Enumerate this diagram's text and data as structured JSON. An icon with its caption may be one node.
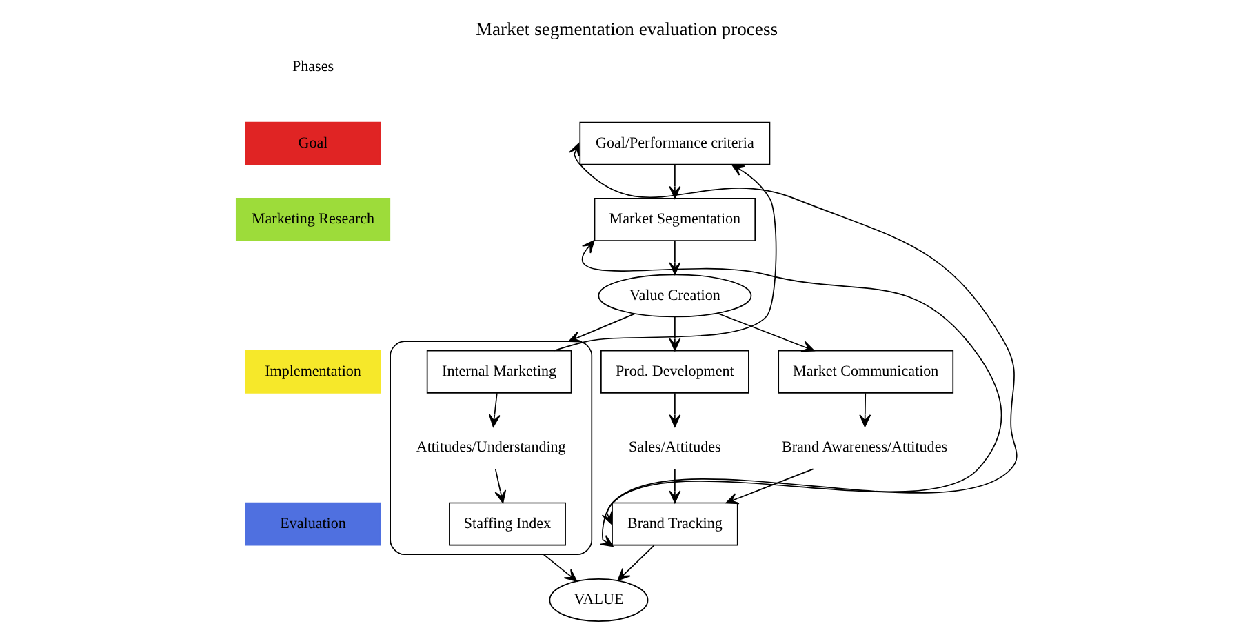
{
  "diagram": {
    "title": "Market segmentation evaluation process",
    "nodes": [
      {
        "text": [
          "Goal"
        ]
      },
      {
        "text": [
          "Marketing Research"
        ]
      },
      {
        "text": [
          "Implementation"
        ]
      },
      {
        "text": [
          "Evaluation"
        ]
      },
      {
        "text": [
          "Goal/Performance criteria"
        ]
      },
      {
        "text": [
          "Market Segmentation"
        ]
      },
      {
        "text": [
          "Value Creation"
        ]
      },
      {
        "text": [
          "Prod. Development"
        ]
      },
      {
        "text": [
          "Market Communication"
        ]
      },
      {
        "text": [],
        "shape": "box"
      },
      {
        "text": [
          "Internal Marketing"
        ],
        "in": 9
      },
      {
        "text": [
          "Attitudes/Understanding"
        ],
        "in": 9
      },
      {
        "text": [
          "Staffing Index"
        ],
        "in": 9
      },
      {
        "text": [
          "Sales/Attitudes"
        ]
      },
      {
        "text": [
          "Brand Awareness/Attitudes"
        ]
      },
      {
        "text": [
          "Brand Tracking"
        ]
      },
      {
        "text": [
          "VALUE"
        ]
      }
    ],
    "edges": [
      {
        "from": 4,
        "to": 5,
        "arrow": "to"
      },
      {
        "from": 5,
        "to": 6,
        "arrow": "to"
      },
      {
        "from": 6,
        "to": 7,
        "arrow": "to"
      },
      {
        "from": 6,
        "to": 8,
        "arrow": "to"
      },
      {
        "from": 6,
        "to": 9,
        "arrow": "to"
      },
      {
        "from": 7,
        "to": 13,
        "arrow": "to"
      },
      {
        "from": 8,
        "to": 14,
        "arrow": "to"
      },
      {
        "from": 10,
        "to": 11,
        "arrow": "to"
      },
      {
        "from": 11,
        "to": 12,
        "arrow": "to"
      },
      {
        "from": 13,
        "to": 15,
        "arrow": "to"
      },
      {
        "from": 14,
        "to": 15,
        "arrow": "to"
      },
      {
        "from": 15,
        "to": 16,
        "arrow": "to"
      },
      {
        "from": 9,
        "to": 16,
        "arrow": "to"
      },
      {
        "from": 15,
        "to": 4,
        "arrow": "both"
      },
      {
        "from": 15,
        "to": 5,
        "arrow": "both"
      },
      {
        "from": 10,
        "to": 4,
        "arrow": "to"
      }
    ],
    "labels": [
      "Phases"
    ]
  }
}
